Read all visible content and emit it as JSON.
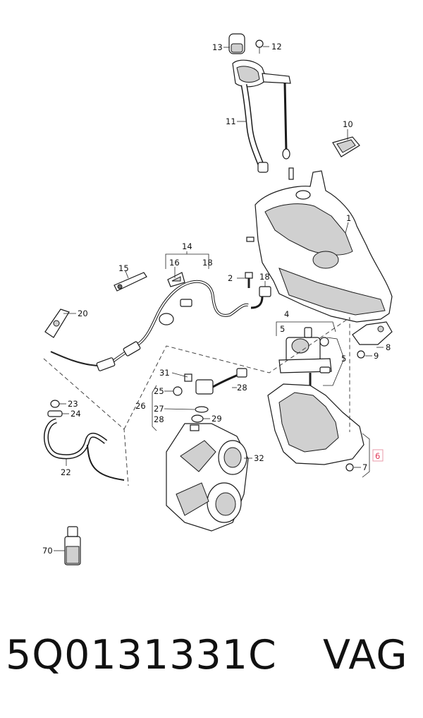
{
  "diagram": {
    "callouts": [
      {
        "id": "c13",
        "text": "13"
      },
      {
        "id": "c12",
        "text": "12"
      },
      {
        "id": "c11",
        "text": "11"
      },
      {
        "id": "c10",
        "text": "10"
      },
      {
        "id": "c1",
        "text": "1"
      },
      {
        "id": "c14",
        "text": "14"
      },
      {
        "id": "c15",
        "text": "15"
      },
      {
        "id": "c16",
        "text": "16"
      },
      {
        "id": "c18a",
        "text": "18"
      },
      {
        "id": "c2",
        "text": "2"
      },
      {
        "id": "c18b",
        "text": "18"
      },
      {
        "id": "c20",
        "text": "20"
      },
      {
        "id": "c4",
        "text": "4"
      },
      {
        "id": "c5a",
        "text": "5"
      },
      {
        "id": "c5b",
        "text": "5"
      },
      {
        "id": "c8",
        "text": "8"
      },
      {
        "id": "c9",
        "text": "9"
      },
      {
        "id": "c31",
        "text": "31"
      },
      {
        "id": "c25",
        "text": "25"
      },
      {
        "id": "c26",
        "text": "26"
      },
      {
        "id": "c27",
        "text": "27"
      },
      {
        "id": "c28a",
        "text": "28"
      },
      {
        "id": "c28b",
        "text": "28"
      },
      {
        "id": "c29",
        "text": "29"
      },
      {
        "id": "c23",
        "text": "23"
      },
      {
        "id": "c24",
        "text": "24"
      },
      {
        "id": "c22",
        "text": "22"
      },
      {
        "id": "c32",
        "text": "32"
      },
      {
        "id": "c6",
        "text": "6"
      },
      {
        "id": "c7",
        "text": "7"
      },
      {
        "id": "c70",
        "text": "70"
      }
    ],
    "highlight_color": "#e23a5a"
  },
  "footer": {
    "part_number": "5Q0131331C",
    "brand": "VAG"
  }
}
